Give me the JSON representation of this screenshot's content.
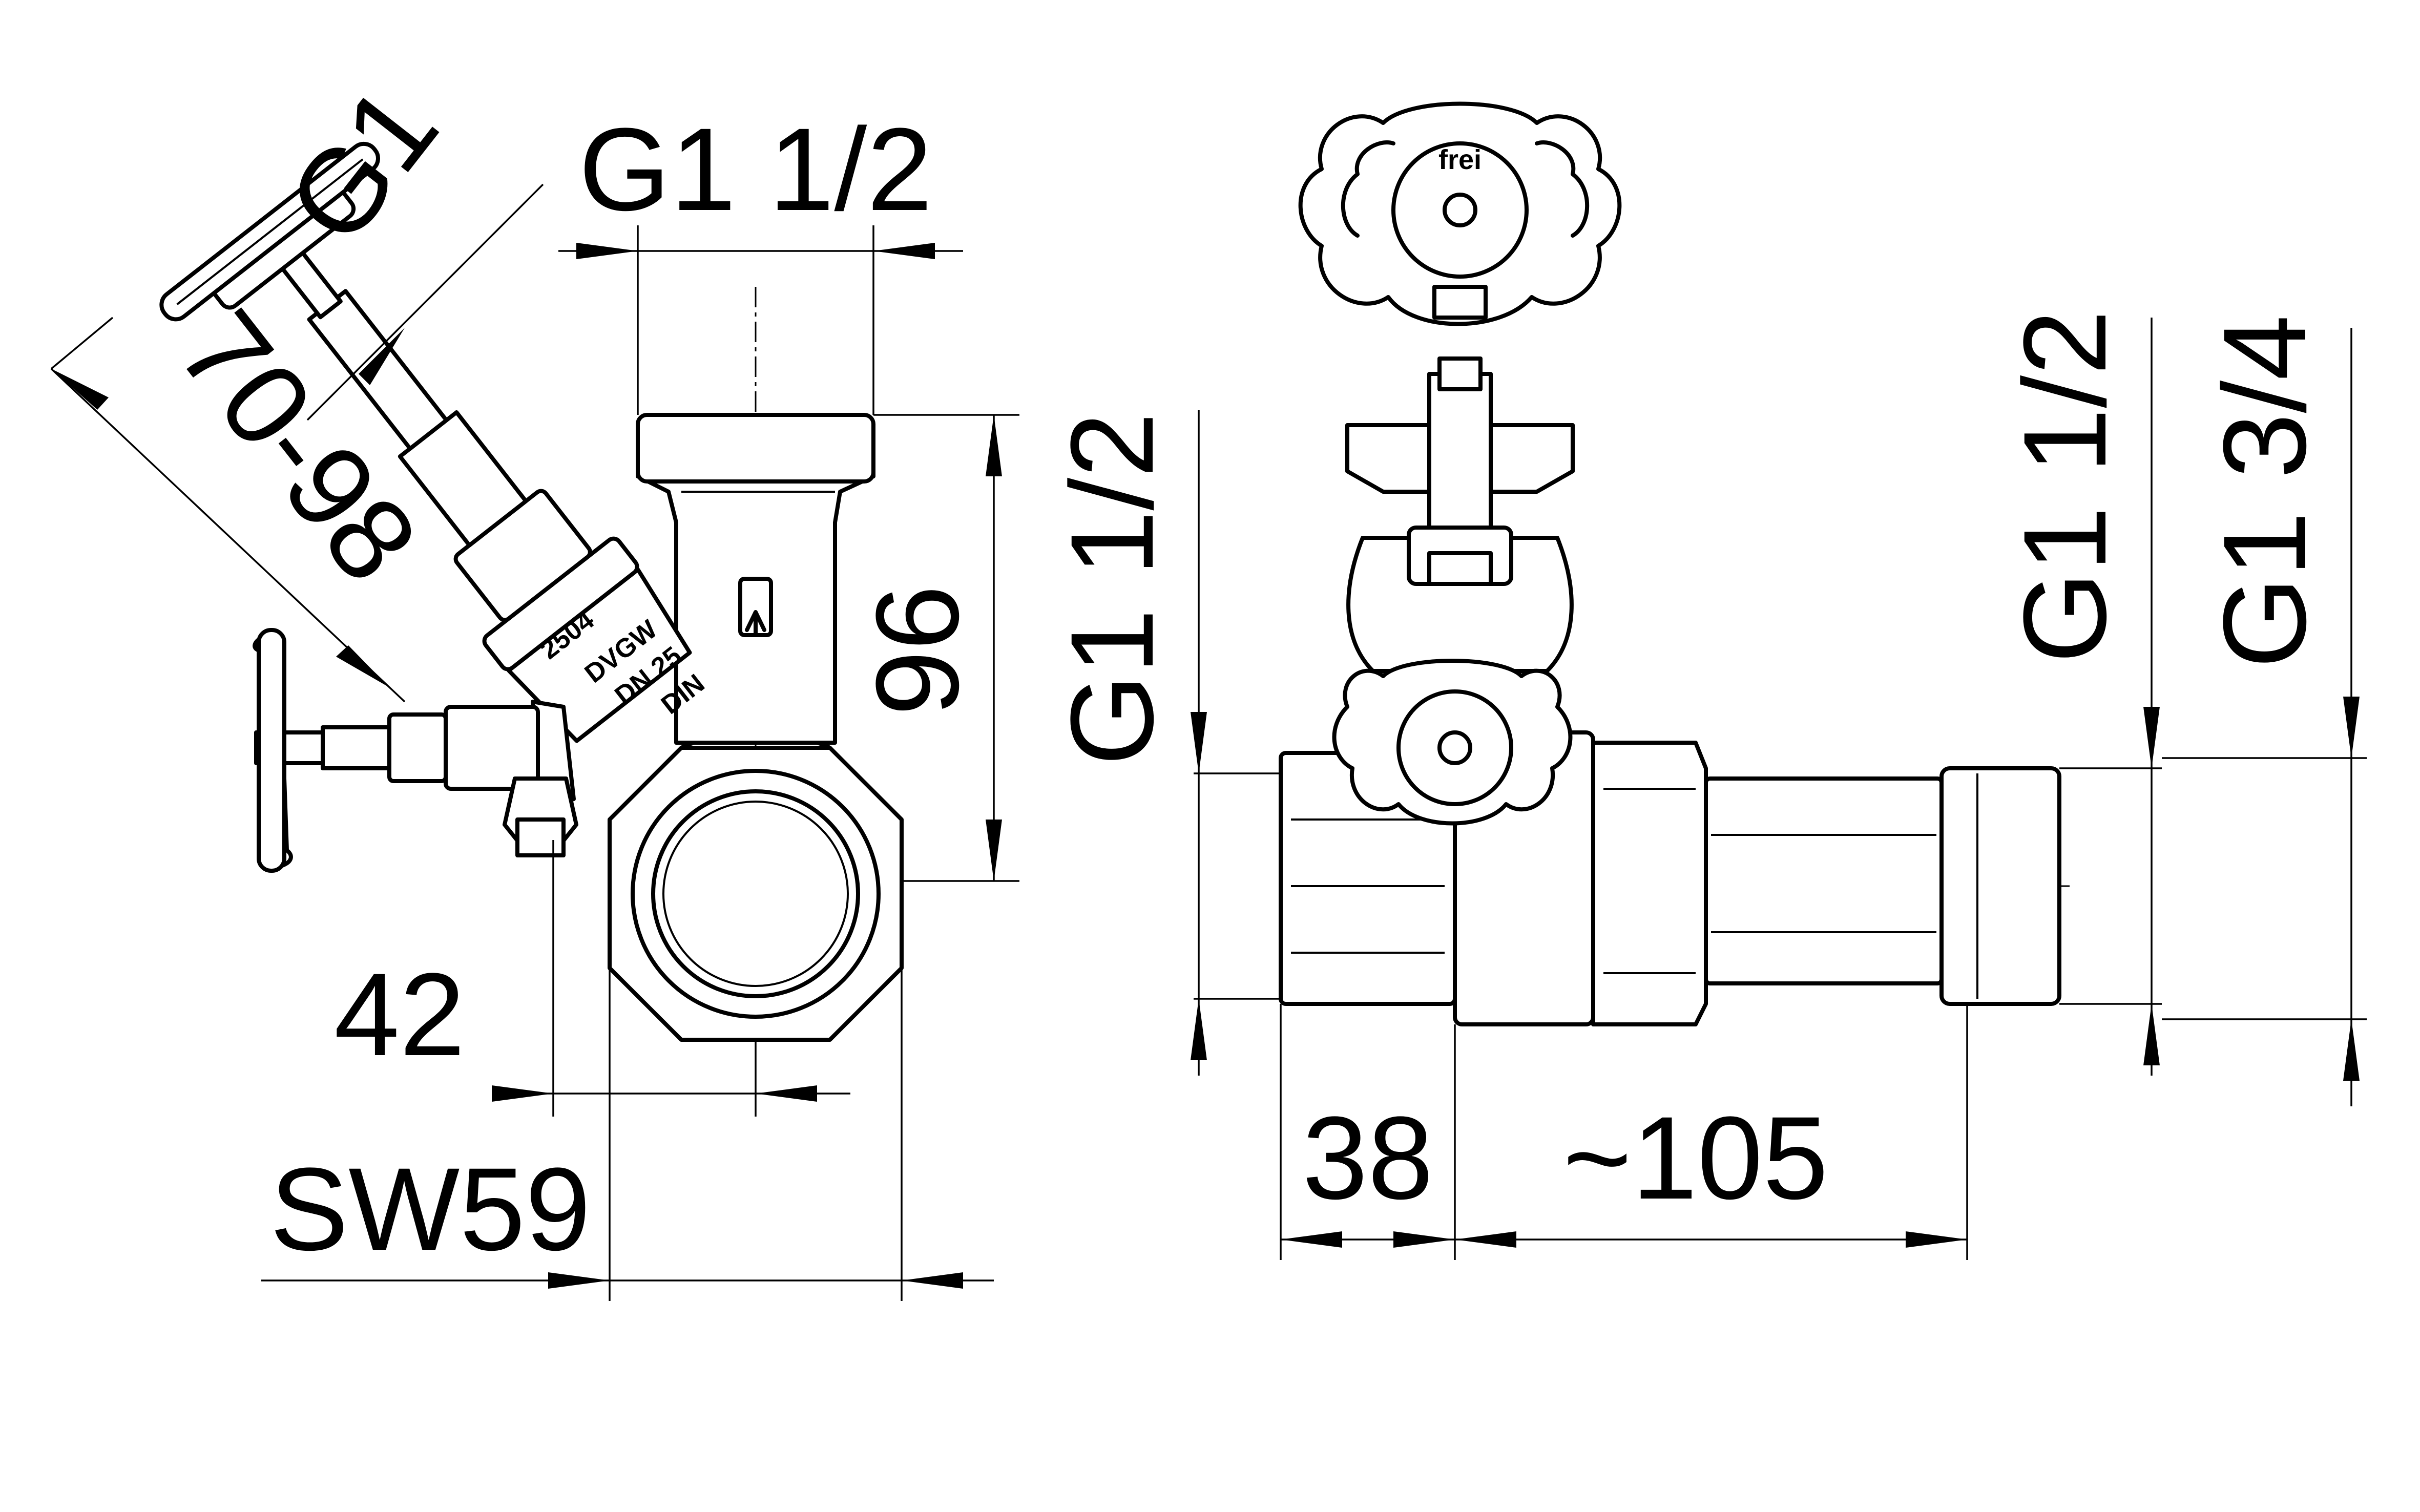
{
  "side_view": {
    "thread_top": "G1 1/2",
    "thread_angled": "G1",
    "spindle_length": "70-98",
    "height": "96",
    "drain_offset": "42",
    "wrench_size": "SW59",
    "body_marking": {
      "model": "2504",
      "approval": "DVGW",
      "nominal_size": "DN 25",
      "standard": "DIN"
    }
  },
  "front_view": {
    "inlet_thread": "G1 1/2",
    "outlet_thread_inner": "G1 1/2",
    "outlet_thread_outer": "G1 3/4",
    "inlet_length": "38",
    "total_length": "~105",
    "handwheel_text": "frei"
  }
}
